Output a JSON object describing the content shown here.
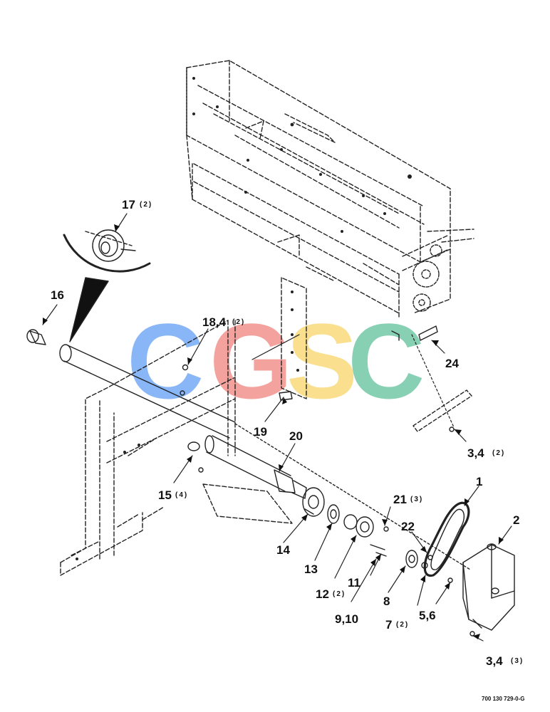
{
  "document_number": "700 130 729-0-G",
  "watermark": {
    "letters": [
      "C",
      "G",
      "S",
      "C"
    ],
    "colors": [
      "#5b9bf5",
      "#f07f7a",
      "#f7d363",
      "#5bbf96"
    ]
  },
  "callouts": [
    {
      "id": "1",
      "label": "1",
      "qty": ""
    },
    {
      "id": "2",
      "label": "2",
      "qty": ""
    },
    {
      "id": "3-4-a",
      "label": "3,4",
      "qty": "(2)"
    },
    {
      "id": "3-4-b",
      "label": "3,4",
      "qty": "(3)"
    },
    {
      "id": "5-6",
      "label": "5,6",
      "qty": ""
    },
    {
      "id": "7",
      "label": "7",
      "qty": "(2)"
    },
    {
      "id": "8",
      "label": "8",
      "qty": ""
    },
    {
      "id": "9-10",
      "label": "9,10",
      "qty": ""
    },
    {
      "id": "11",
      "label": "11",
      "qty": ""
    },
    {
      "id": "12",
      "label": "12",
      "qty": "(2)"
    },
    {
      "id": "13",
      "label": "13",
      "qty": ""
    },
    {
      "id": "14",
      "label": "14",
      "qty": ""
    },
    {
      "id": "15",
      "label": "15",
      "qty": "(4)"
    },
    {
      "id": "16",
      "label": "16",
      "qty": ""
    },
    {
      "id": "17",
      "label": "17",
      "qty": "(2)"
    },
    {
      "id": "18-4",
      "label": "18,4",
      "qty": "(2)"
    },
    {
      "id": "19",
      "label": "19",
      "qty": ""
    },
    {
      "id": "20",
      "label": "20",
      "qty": ""
    },
    {
      "id": "21",
      "label": "21",
      "qty": "(3)"
    },
    {
      "id": "22",
      "label": "22",
      "qty": ""
    },
    {
      "id": "24",
      "label": "24",
      "qty": ""
    }
  ]
}
